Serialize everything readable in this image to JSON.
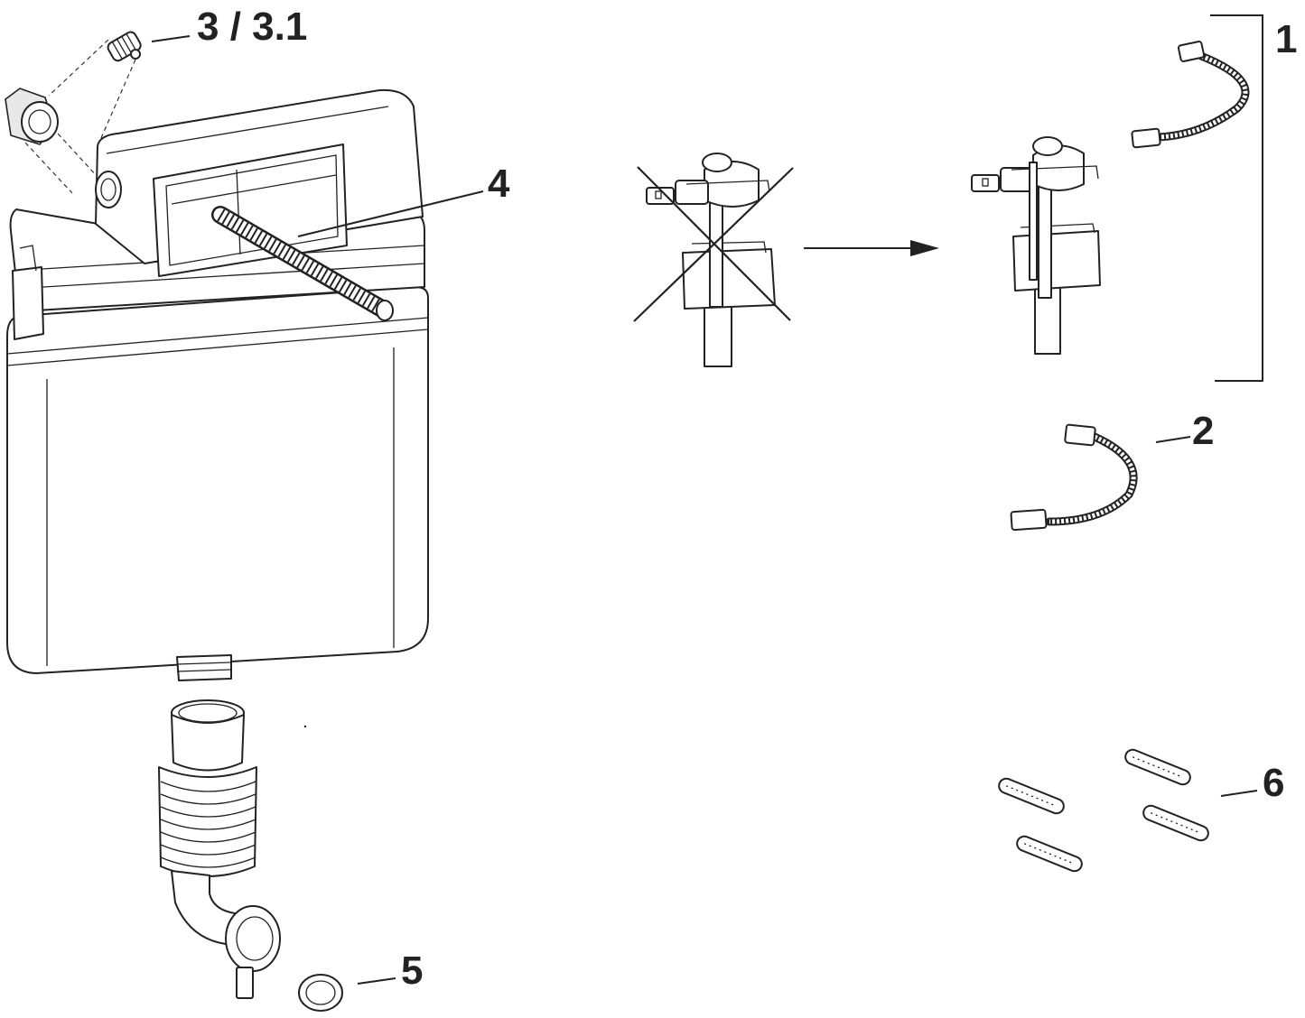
{
  "callouts": {
    "c1": "1",
    "c2": "2",
    "c3": "3 / 3.1",
    "c4": "4",
    "c5": "5",
    "c6": "6"
  },
  "colors": {
    "line": "#222222",
    "background": "#ffffff",
    "shade": "#e8e8e8"
  }
}
